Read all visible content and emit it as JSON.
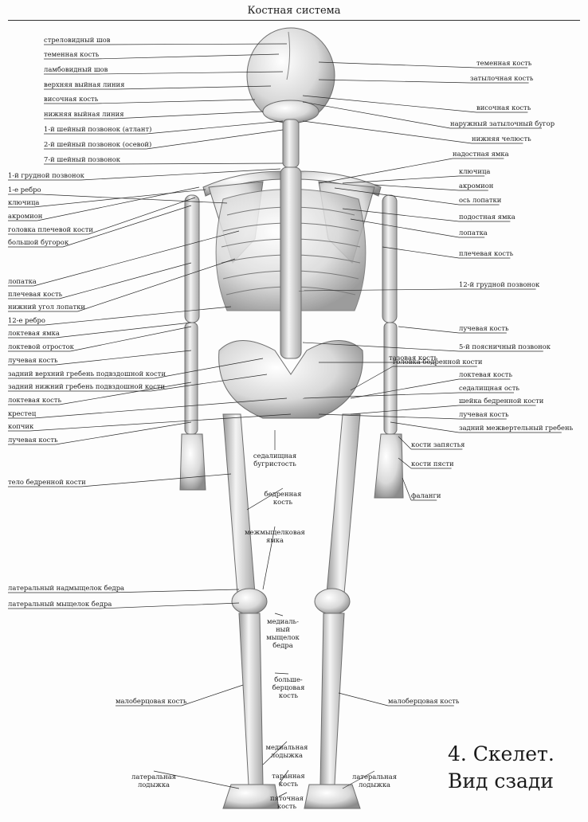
{
  "header": {
    "title": "Костная система"
  },
  "figure": {
    "number_title": "4.  Скелет.",
    "subtitle": "Вид сзади"
  },
  "labels_left": [
    "стреловидный шов",
    "теменная кость",
    "ламбовидный шов",
    "верхняя выйная линия",
    "височная кость",
    "нижняя выйная линия",
    "1-й шейный позвонок (атлант)",
    "2-й шейный позвонок (осевой)",
    "7-й шейный позвонок",
    "1-й грудной позвонок",
    "1-е ребро",
    "ключица",
    "акромион",
    "головка плечевой кости",
    "большой бугорок",
    "лопатка",
    "плечевая кость",
    "нижний угол лопатки",
    "12-е ребро",
    "локтевая ямка",
    "локтевой отросток",
    "лучевая кость",
    "задний верхний гребень подвздошной кости",
    "задний нижний гребень подвздошной кости",
    "локтевая кость",
    "крестец",
    "копчик",
    "лучевая кость",
    "тело бедренной кости",
    "латеральный надмыщелок бедра",
    "латеральный мыщелок бедра",
    "малоберцовая кость"
  ],
  "labels_right": [
    "теменная кость",
    "затылочная кость",
    "височная кость",
    "наружный затылочный бугор",
    "нижняя челюсть",
    "надостная ямка",
    "ключица",
    "акромион",
    "ось лопатки",
    "подостная ямка",
    "лопатка",
    "плечевая кость",
    "12-й грудной позвонок",
    "лучевая кость",
    "5-й поясничный позвонок",
    "тазовая кость",
    "головка бедренной кости",
    "локтевая кость",
    "седалищная ость",
    "шейка бедренной кости",
    "лучевая кость",
    "задний межвертельный гребень",
    "кости запястья",
    "кости пясти",
    "фаланги",
    "малоберцовая кость"
  ],
  "labels_center": [
    "седалищная\nбугристость",
    "бедренная\nкость",
    "межмыщелковая\nямка",
    "медиаль-\nный\nмыщелок\nбедра",
    "больше-\nберцовая\nкость",
    "медиальная\nлодыжка",
    "таранная\nкость",
    "пяточная\nкость",
    "латеральная\nлодыжка",
    "латеральная\nлодыжка"
  ]
}
